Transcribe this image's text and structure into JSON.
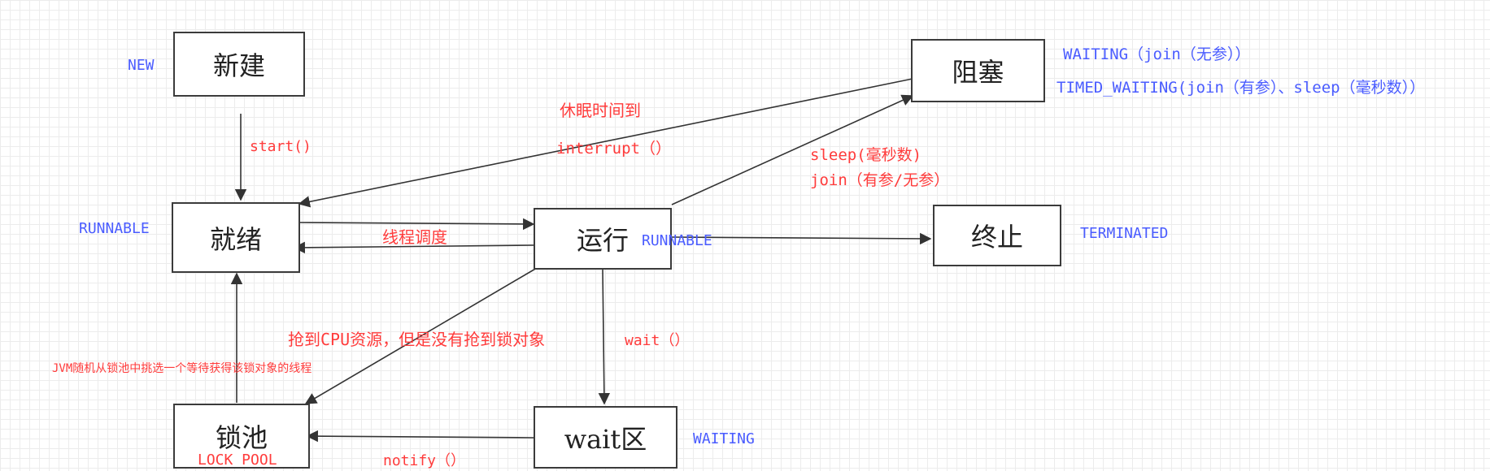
{
  "nodes": {
    "new": "新建",
    "runnable": "就绪",
    "running": "运行",
    "blocked": "阻塞",
    "terminated": "终止",
    "lock_pool": "锁池",
    "wait_area": "wait区"
  },
  "state_labels": {
    "new": "NEW",
    "runnable": "RUNNABLE",
    "running": "RUNNABLE",
    "terminated": "TERMINATED",
    "waiting_wait_area": "WAITING",
    "blocked_waiting": "WAITING（join（无参））",
    "blocked_timed_waiting": "TIMED_WAITING(join（有参）、sleep（毫秒数））",
    "lock_pool": "LOCK POOL"
  },
  "transitions": {
    "start": "start()",
    "sleep_timeout": "休眠时间到",
    "interrupt": "interrupt（）",
    "schedule": "线程调度",
    "sleep": "sleep(毫秒数)",
    "join": "join（有参/无参）",
    "grab_cpu_no_lock": "抢到CPU资源，但是没有抢到锁对象",
    "wait": "wait（）",
    "jvm_pick": "JVM随机从锁池中挑选一个等待获得该锁对象的线程",
    "notify": "notify（）"
  },
  "colors": {
    "transition_text": "#ff3b3b",
    "state_text": "#4a5cff",
    "edge": "#333333"
  }
}
